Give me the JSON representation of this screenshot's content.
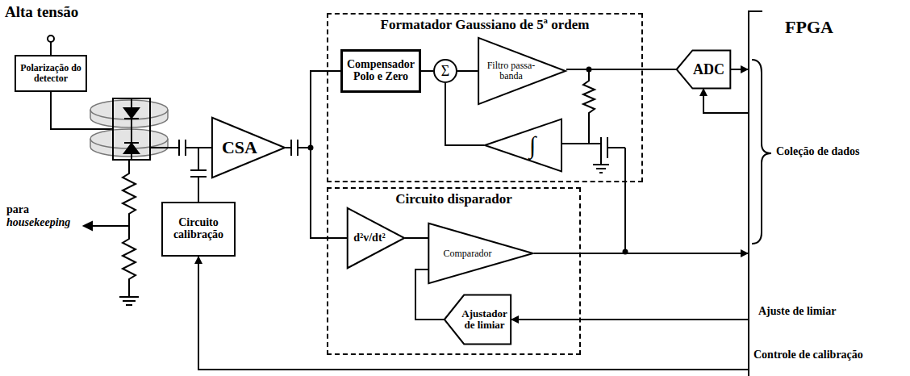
{
  "diagram": {
    "nodes": [
      {
        "text": [
          "Polarização do detector"
        ]
      },
      {
        "text": [
          "CSA"
        ]
      },
      {
        "text": [
          "Circuito calibração"
        ]
      },
      {
        "text": [
          "Formatador Gaussiano de 5ª ordem"
        ]
      },
      {
        "text": [
          "Compensador Polo e Zero"
        ],
        "in": 3
      },
      {
        "text": [
          "Σ"
        ],
        "in": 3
      },
      {
        "text": [
          "Filtro passa-banda"
        ],
        "in": 3
      },
      {
        "text": [
          "∫"
        ],
        "in": 3
      },
      {
        "text": [
          "ADC"
        ]
      },
      {
        "text": [
          "FPGA"
        ]
      },
      {
        "text": [
          "Circuito disparador"
        ]
      },
      {
        "text": [
          "d²v/dt²"
        ],
        "in": 10
      },
      {
        "text": [
          "Comparador"
        ],
        "in": 10
      },
      {
        "text": [
          "Ajustador de limiar"
        ],
        "in": 10
      }
    ],
    "edges": [
      {
        "from": 1,
        "to": 4,
        "arrow": "none"
      },
      {
        "from": 1,
        "to": 11,
        "arrow": "none"
      },
      {
        "from": 4,
        "to": 5,
        "arrow": "none"
      },
      {
        "from": 5,
        "to": 6,
        "arrow": "none"
      },
      {
        "from": 6,
        "to": 8,
        "arrow": "none"
      },
      {
        "from": 8,
        "to": 9,
        "arrow": "to"
      },
      {
        "from": 7,
        "to": 5,
        "arrow": "none"
      },
      {
        "from": 11,
        "to": 12,
        "arrow": "none"
      },
      {
        "from": 12,
        "to": 9,
        "arrow": "to"
      },
      {
        "from": 13,
        "to": 12,
        "arrow": "none"
      },
      {
        "from": 9,
        "to": 13,
        "arrow": "to"
      },
      {
        "from": 9,
        "to": 2,
        "arrow": "to"
      },
      {
        "from": 9,
        "to": 8,
        "arrow": "to"
      }
    ],
    "labels": [
      "Alta tensão",
      "para",
      "housekeeping",
      "Coleção de dados",
      "Ajuste de limiar",
      "Controle de calibração"
    ]
  }
}
